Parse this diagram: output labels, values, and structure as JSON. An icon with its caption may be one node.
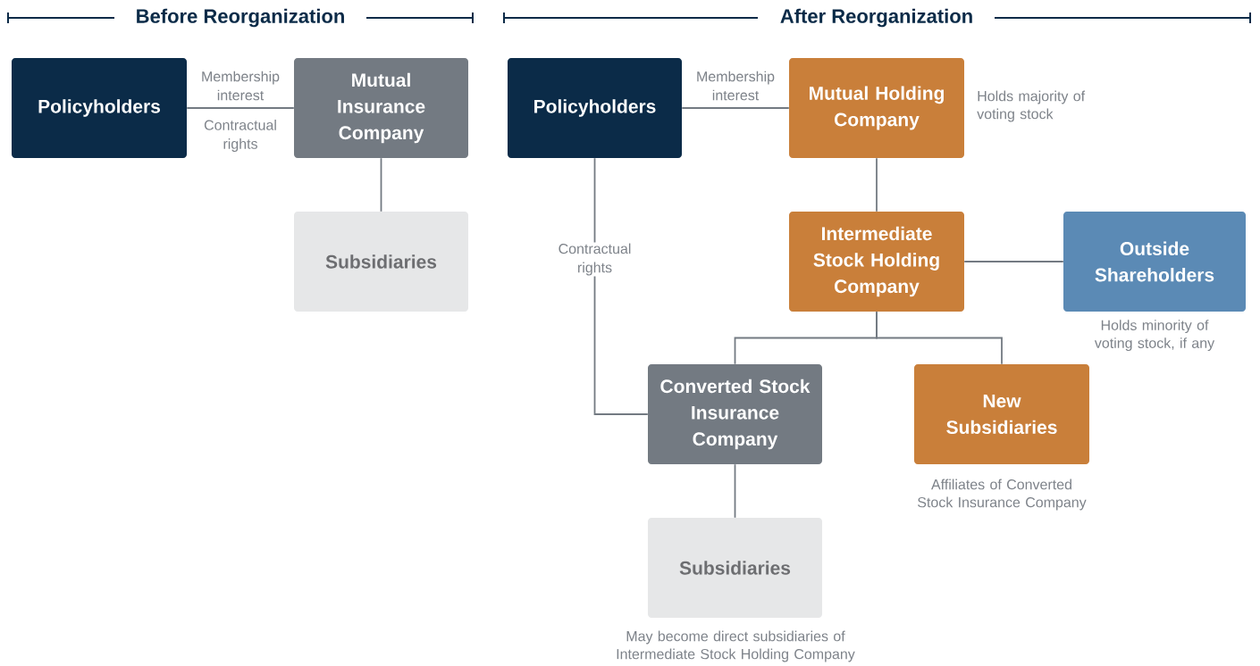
{
  "diagram": {
    "nodes": [
      {
        "text": [
          "Policyholders"
        ]
      },
      {
        "text": [
          "Mutual Insurance Company"
        ]
      },
      {
        "text": [
          "Subsidiaries"
        ]
      },
      {
        "text": [
          "Policyholders"
        ]
      },
      {
        "text": [
          "Mutual Holding Company"
        ],
        "beside": [
          "Holds majority of voting stock"
        ]
      },
      {
        "text": [
          "Intermediate Stock Holding Company"
        ]
      },
      {
        "text": [
          "Outside Shareholders"
        ],
        "beside": [
          "Holds minority of voting stock, if any"
        ]
      },
      {
        "text": [
          "Converted Stock Insurance Company"
        ]
      },
      {
        "text": [
          "New Subsidiaries"
        ],
        "beside": [
          "Affiliates of Converted Stock Insurance Company"
        ]
      },
      {
        "text": [
          "Subsidiaries"
        ],
        "beside": [
          "May become direct subsidiaries of Intermediate Stock Holding Company"
        ]
      }
    ],
    "edges": [
      {
        "from": 0,
        "to": 1,
        "arrow": "none",
        "label": "Membership interest"
      },
      {
        "from": 1,
        "to": 2,
        "arrow": "none"
      },
      {
        "from": 3,
        "to": 4,
        "arrow": "none",
        "label": "Membership interest"
      },
      {
        "from": 4,
        "to": 5,
        "arrow": "none"
      },
      {
        "from": 5,
        "to": 6,
        "arrow": "none"
      },
      {
        "from": 5,
        "to": 7,
        "arrow": "none"
      },
      {
        "from": 5,
        "to": 8,
        "arrow": "none"
      },
      {
        "from": 3,
        "to": 7,
        "arrow": "none",
        "label": "Contractual rights"
      },
      {
        "from": 7,
        "to": 9,
        "arrow": "none"
      }
    ],
    "labels": [
      "Before Reorganization",
      "After Reorganization",
      "Contractual rights"
    ]
  }
}
